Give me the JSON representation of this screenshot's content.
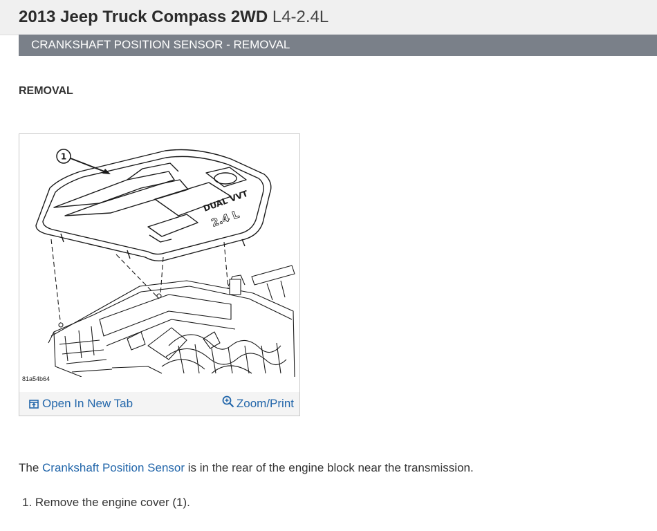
{
  "header": {
    "title_main": "2013 Jeep Truck Compass 2WD",
    "title_engine": "L4-2.4L"
  },
  "section": {
    "title": "CRANKSHAFT POSITION SENSOR - REMOVAL"
  },
  "content": {
    "heading": "REMOVAL",
    "figure": {
      "callout": "1",
      "code": "81a54b64",
      "cover_text_line1": "DUAL VVT",
      "cover_text_line2": "2.4 L",
      "open_tab_label": "Open In New Tab",
      "zoom_label": "Zoom/Print",
      "open_tab_icon": "open-new-tab-icon",
      "zoom_icon": "magnifier-plus-icon"
    },
    "paragraph": {
      "before": "The ",
      "link": "Crankshaft Position Sensor",
      "after": " is in the rear of the engine block near the transmission."
    },
    "steps": [
      "1. Remove the engine cover (1)."
    ]
  },
  "colors": {
    "section_bar": "#7a8089",
    "link": "#2266aa"
  }
}
